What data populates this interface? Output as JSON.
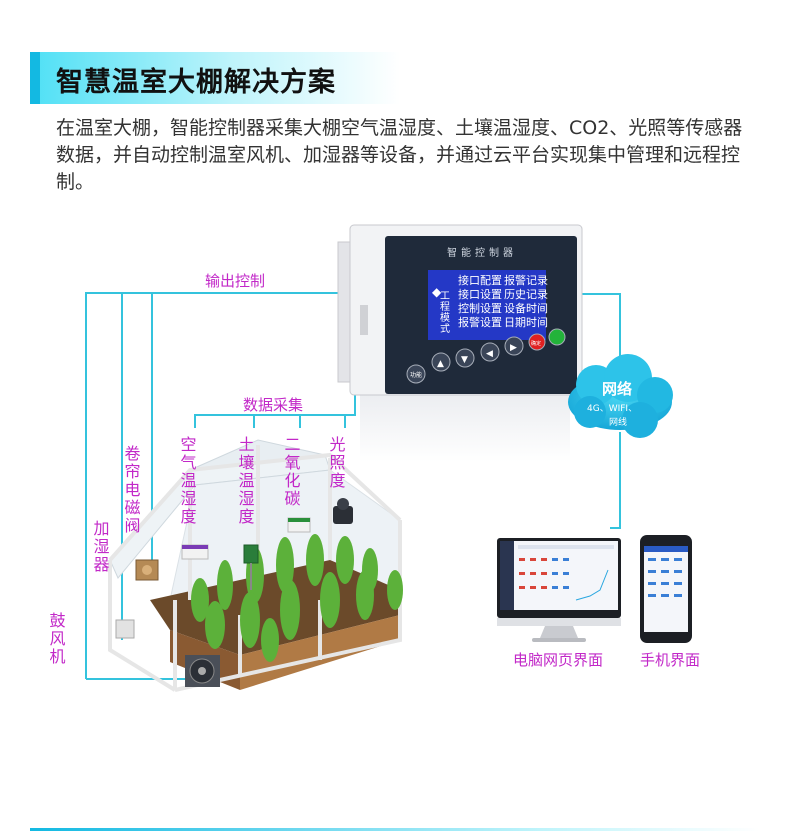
{
  "title": "智慧温室大棚解决方案",
  "description": "在温室大棚，智能控制器采集大棚空气温湿度、土壤温湿度、CO2、光照等传感器数据，并自动控制温室风机、加湿器等设备，并通过云平台实现集中管理和远程控制。",
  "controller": {
    "name": "智能控制器",
    "screen_col1": [
      "工程模式"
    ],
    "screen_col2": [
      "接口配置",
      "接口设置",
      "控制设置",
      "报警设置"
    ],
    "screen_col3": [
      "报警记录",
      "历史记录",
      "设备时间",
      "日期时间"
    ],
    "func_button": "功能",
    "confirm_button": "确定"
  },
  "labels": {
    "output_control": "输出控制",
    "data_collection": "数据采集",
    "network_title": "网络",
    "network_sub1": "4G、WIFI、",
    "network_sub2": "网线",
    "pc_ui": "电脑网页界面",
    "phone_ui": "手机界面"
  },
  "devices": {
    "fan": "鼓风机",
    "humidifier": "加湿器",
    "curtain": "卷帘电磁阀",
    "air": "空气温湿度",
    "soil": "土壤温湿度",
    "co2": "二氧化碳",
    "light": "光照度"
  },
  "colors": {
    "line": "#34c3dd",
    "device_text": "#c228c8",
    "title_accent": "#13b9e2",
    "screen_blue": "#2438c6"
  }
}
